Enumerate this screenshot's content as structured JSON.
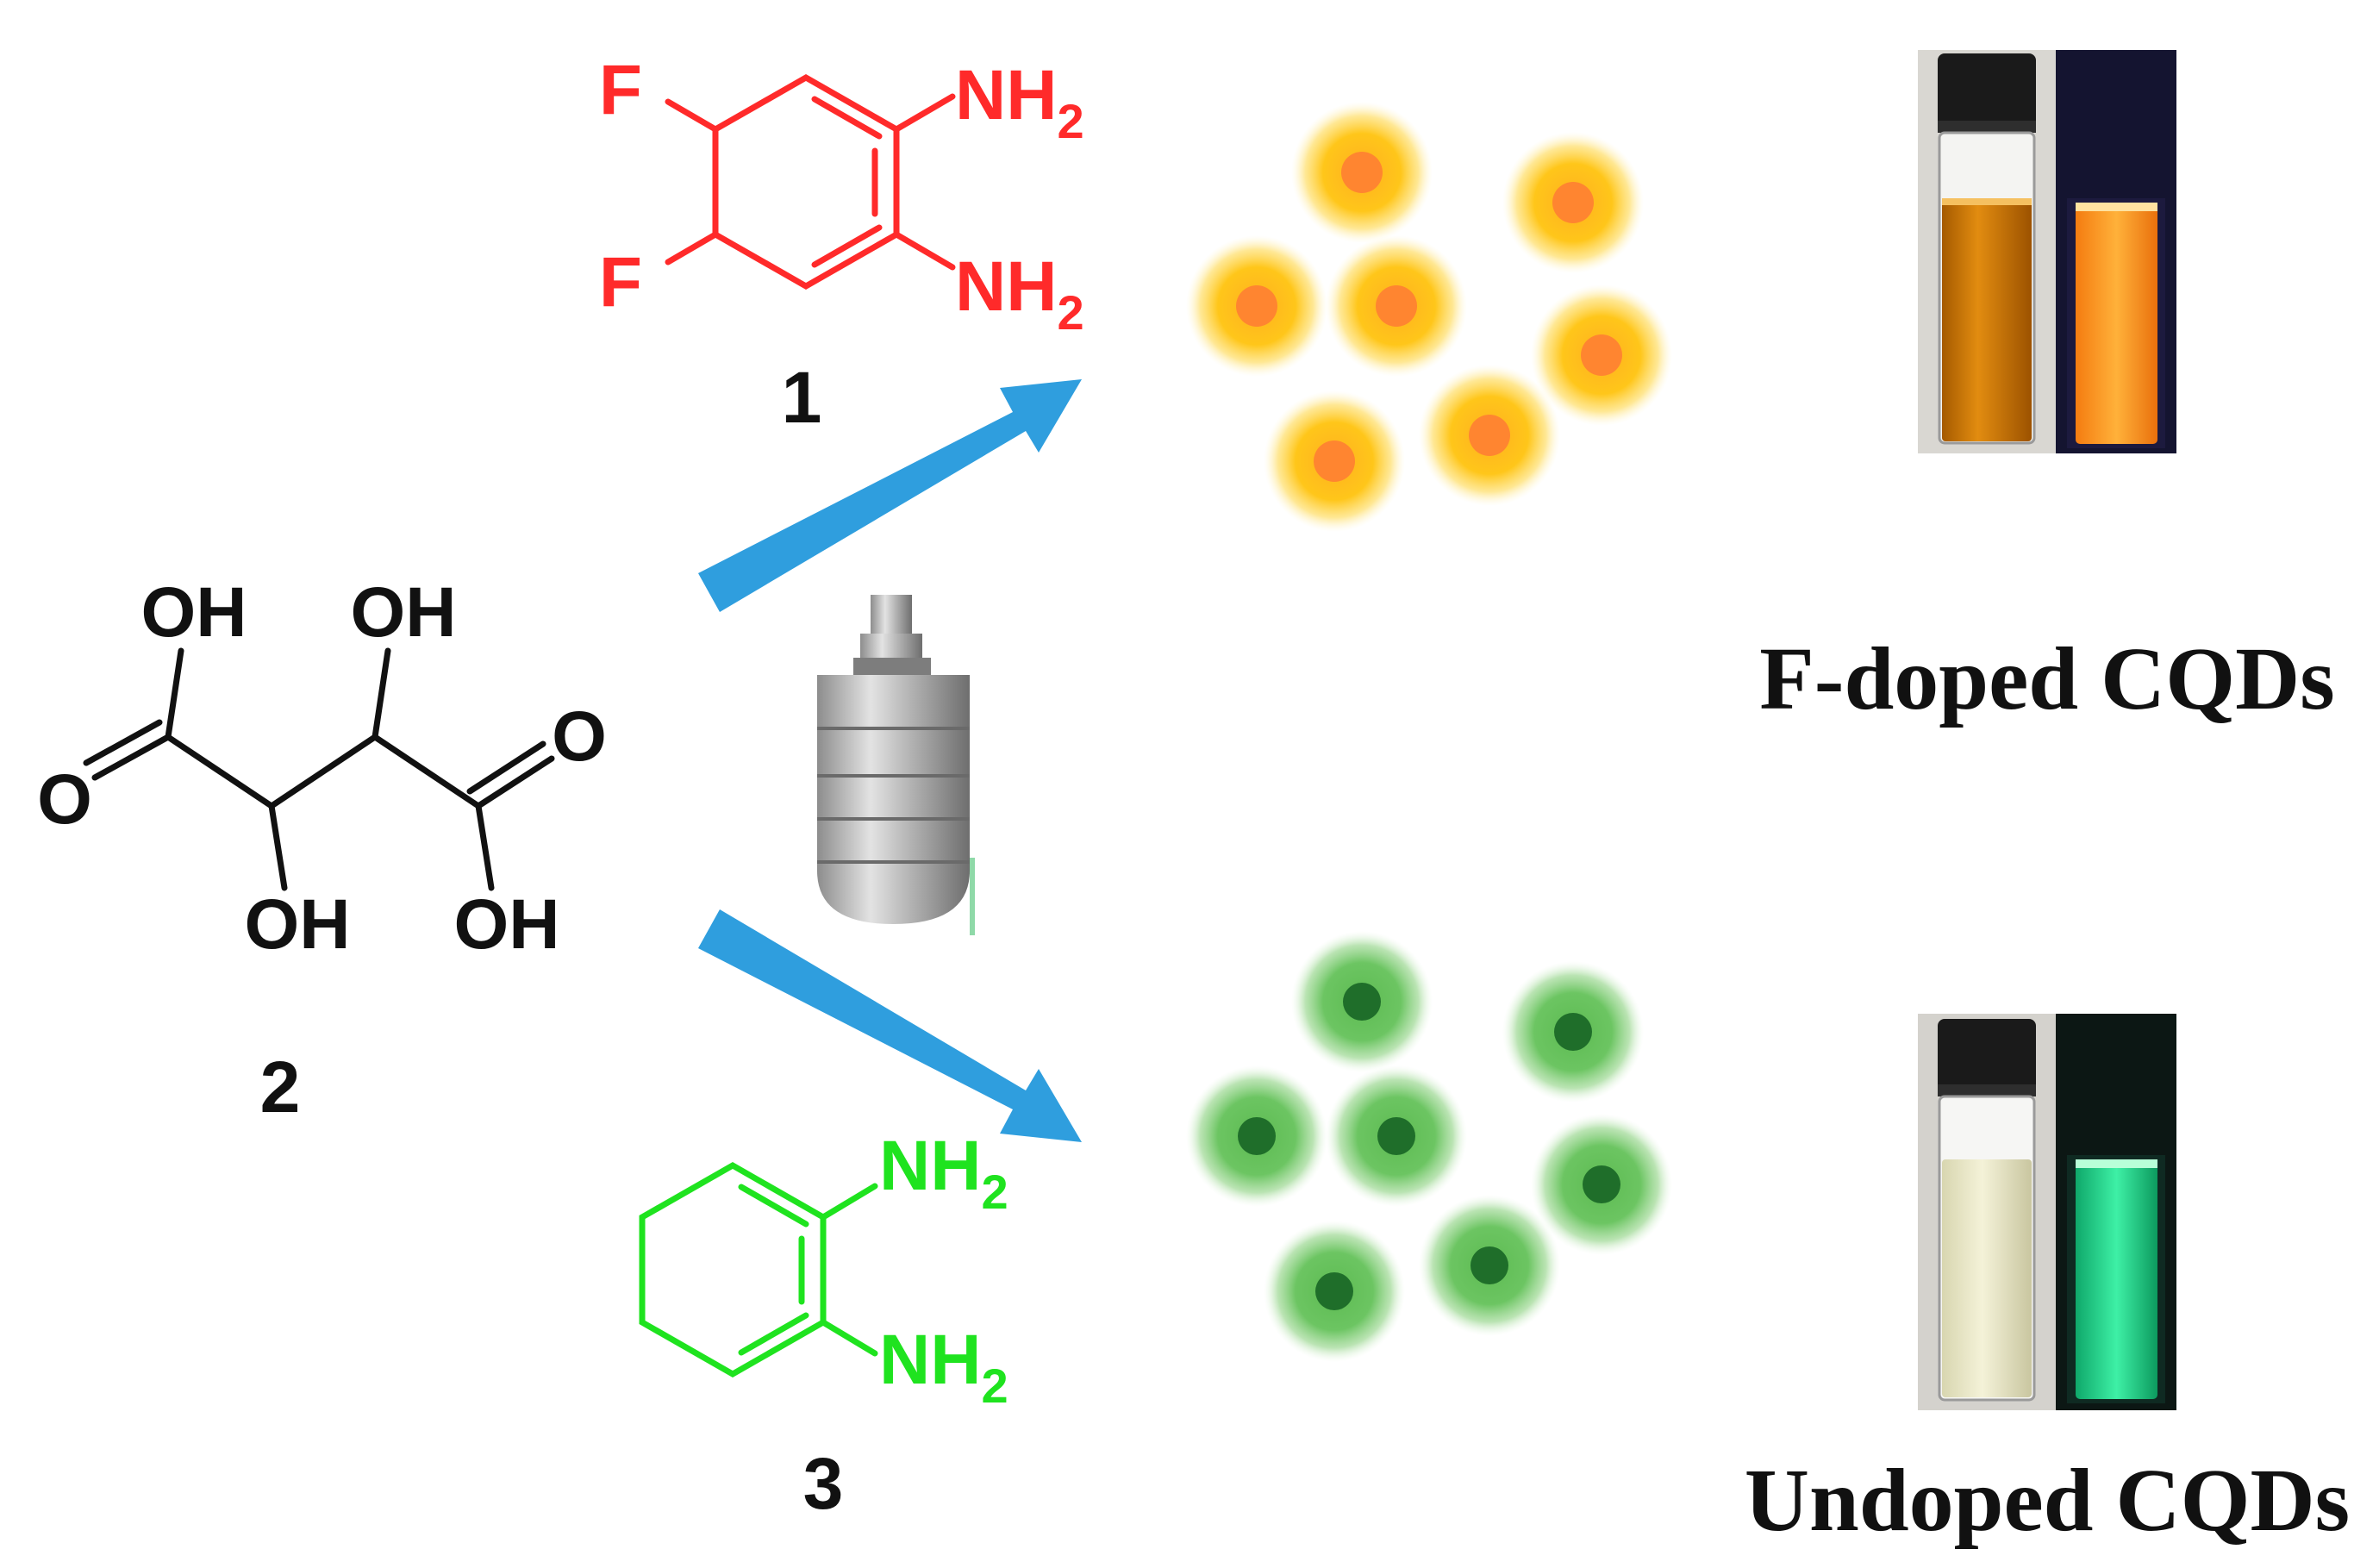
{
  "colors": {
    "arrow": "#2f9ede",
    "red": "#ff2a2a",
    "green": "#1fe31f",
    "black": "#111111",
    "orange_glow": "#ffc21a",
    "orange_core": "#ff8530",
    "green_glow": "#73c764",
    "green_core": "#1f6e2a"
  },
  "molecule1": {
    "number": "1",
    "f_top": "F",
    "f_bottom": "F",
    "nh_top": "NH",
    "nh_bottom": "NH",
    "sub": "2"
  },
  "molecule2": {
    "number": "2",
    "oh1": "OH",
    "oh2": "OH",
    "oh3": "OH",
    "oh4": "OH",
    "o_left": "O",
    "o_right": "O"
  },
  "molecule3": {
    "number": "3",
    "nh_top": "NH",
    "nh_bottom": "NH",
    "sub": "2"
  },
  "labels": {
    "f_doped": "F-doped CQDs",
    "undoped": "Undoped CQDs"
  },
  "icons": {
    "reactor": "autoclave-icon",
    "vial": "vial-icon"
  }
}
